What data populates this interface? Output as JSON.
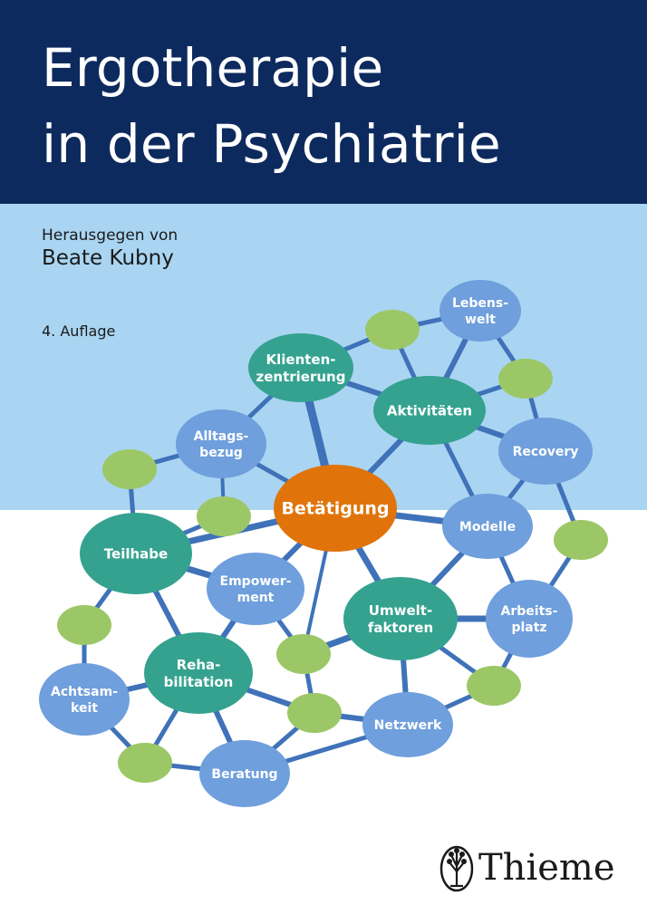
{
  "book": {
    "title_line_1": "Ergotherapie",
    "title_line_2": "in der Psychiatrie",
    "editor_label": "Herausgegen von",
    "editor_name": "Beate Kubny",
    "edition": "4. Auflage"
  },
  "publisher": {
    "name": "Thieme",
    "logo_icon": "thieme-tree-logo-icon"
  },
  "colors": {
    "title_band": "#0d2a5e",
    "light_band": "#a9d5f2",
    "node_blue": "#6f9fdc",
    "node_teal": "#34a28f",
    "node_orange": "#e0740b",
    "node_green": "#9cc767",
    "edge": "#3f72b9"
  },
  "nodes": {
    "betaetigung": [
      "Betätigung"
    ],
    "klientenzentrierung": [
      "Klienten-",
      "zentrierung"
    ],
    "aktivitaeten": [
      "Aktivitäten"
    ],
    "teilhabe": [
      "Teilhabe"
    ],
    "umweltfaktoren": [
      "Umwelt-",
      "faktoren"
    ],
    "rehabilitation": [
      "Reha-",
      "bilitation"
    ],
    "lebenswelt": [
      "Lebens-",
      "welt"
    ],
    "alltagsbezug": [
      "Alltags-",
      "bezug"
    ],
    "recovery": [
      "Recovery"
    ],
    "modelle": [
      "Modelle"
    ],
    "empowerment": [
      "Empower-",
      "ment"
    ],
    "arbeitsplatz": [
      "Arbeits-",
      "platz"
    ],
    "achtsamkeit": [
      "Achtsam-",
      "keit"
    ],
    "netzwerk": [
      "Netzwerk"
    ],
    "beratung": [
      "Beratung"
    ]
  }
}
